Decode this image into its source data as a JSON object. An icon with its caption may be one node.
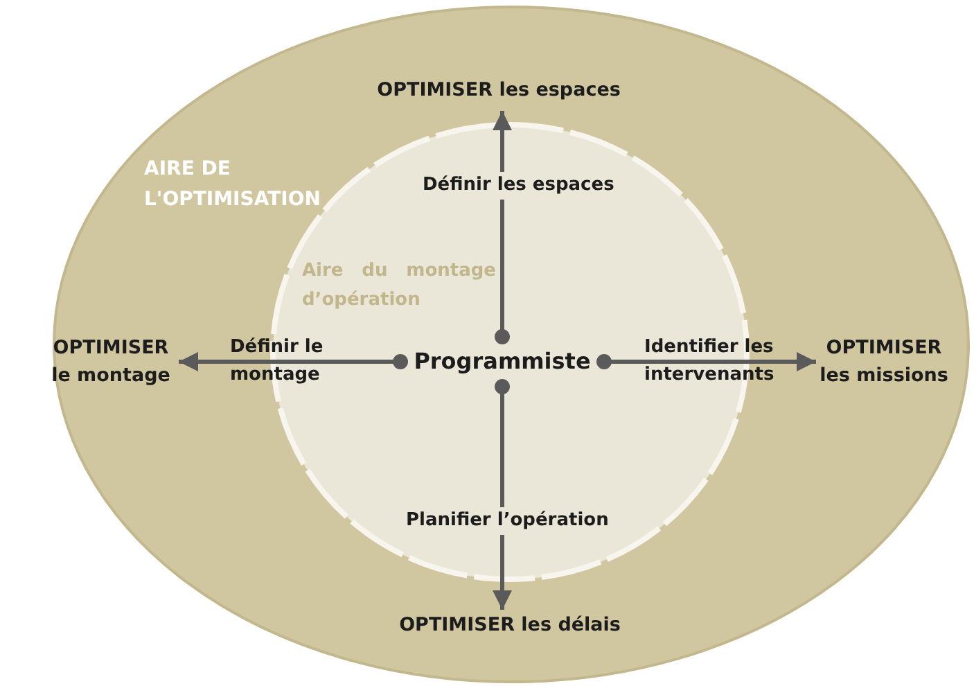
{
  "diagram": {
    "nodes": [
      {
        "text": [
          "AIRE DE L'OPTIMISATION"
        ]
      },
      {
        "text": [
          "OPTIMISER les espaces"
        ],
        "in": 0
      },
      {
        "text": [
          "Aire du montage d’opération"
        ],
        "in": 0
      },
      {
        "text": [
          "OPTIMISER le montage"
        ],
        "in": 0
      },
      {
        "text": [
          "Programmiste"
        ],
        "in": 2
      },
      {
        "text": [
          "OPTIMISER les missions"
        ],
        "in": 0
      },
      {
        "text": [
          "OPTIMISER les délais"
        ],
        "in": 0
      }
    ],
    "edges": [
      {
        "from": 4,
        "to": 1,
        "arrow": "to",
        "label": "Définir les espaces"
      },
      {
        "from": 4,
        "to": 3,
        "arrow": "to",
        "label": "Définir le montage"
      },
      {
        "from": 4,
        "to": 5,
        "arrow": "to",
        "label": "Identifier les intervenants"
      },
      {
        "from": 4,
        "to": 6,
        "arrow": "to",
        "label": "Planifier l’opération"
      }
    ]
  }
}
